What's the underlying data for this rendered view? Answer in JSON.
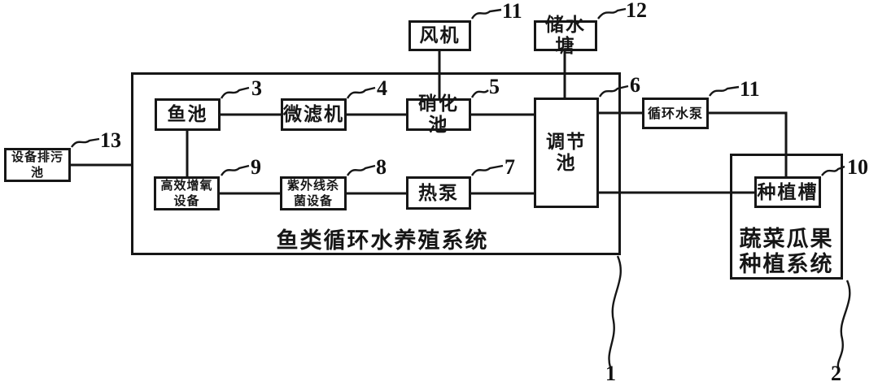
{
  "colors": {
    "ink": "#161616",
    "paper": "#ffffff"
  },
  "boxes": {
    "fan": {
      "label": "风机",
      "ref": "11"
    },
    "storage_pond": {
      "label": "储水塘",
      "ref": "12"
    },
    "fish_pond": {
      "label": "鱼池",
      "ref": "3"
    },
    "microfilter": {
      "label": "微滤机",
      "ref": "4"
    },
    "nitrification_pond": {
      "label": "硝化池",
      "ref": "5"
    },
    "regulation_pond": {
      "label": "调节池",
      "ref": "6"
    },
    "circulating_pump": {
      "label": "循环水泵",
      "ref": "11"
    },
    "oxygenation_device": {
      "line1": "高效增氧",
      "line2": "设备",
      "ref": "9"
    },
    "uv_sterilizer": {
      "line1": "紫外线杀",
      "line2": "菌设备",
      "ref": "8"
    },
    "heat_pump": {
      "label": "热泵",
      "ref": "7"
    },
    "sewage_pond": {
      "line1": "设备排污",
      "line2": "池",
      "ref": "13"
    },
    "planting_trough": {
      "label": "种植槽",
      "ref": "10"
    }
  },
  "systems": {
    "aquaculture": {
      "label": "鱼类循环水养殖系统",
      "ref": "1"
    },
    "planting": {
      "line1": "蔬菜瓜果",
      "line2": "种植系统",
      "ref": "2"
    }
  }
}
